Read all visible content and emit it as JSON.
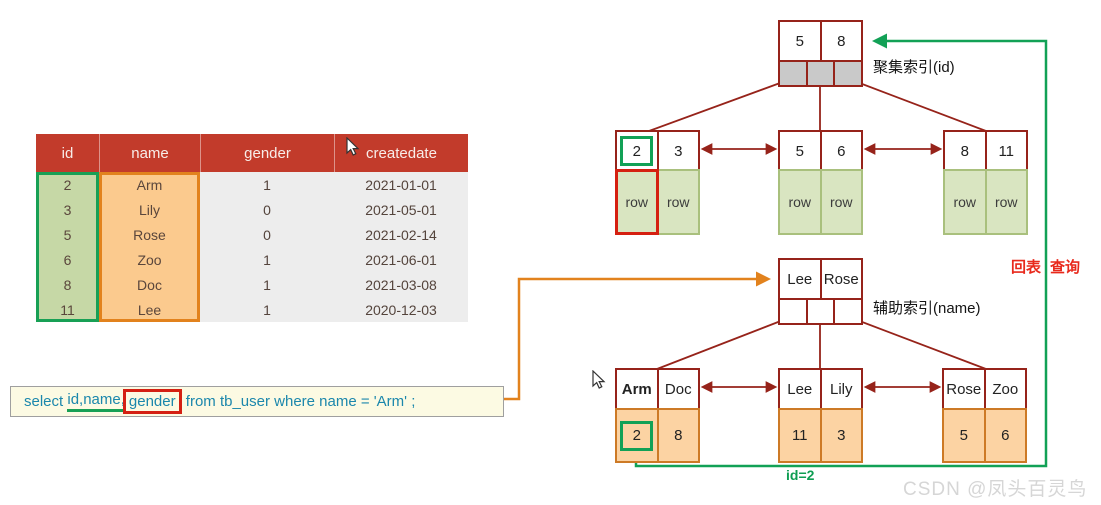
{
  "table": {
    "headers": [
      "id",
      "name",
      "gender",
      "createdate"
    ],
    "rows": [
      [
        "2",
        "Arm",
        "1",
        "2021-01-01"
      ],
      [
        "3",
        "Lily",
        "0",
        "2021-05-01"
      ],
      [
        "5",
        "Rose",
        "0",
        "2021-02-14"
      ],
      [
        "6",
        "Zoo",
        "1",
        "2021-06-01"
      ],
      [
        "8",
        "Doc",
        "1",
        "2021-03-08"
      ],
      [
        "11",
        "Lee",
        "1",
        "2020-12-03"
      ]
    ]
  },
  "sql": {
    "select_kw": "select ",
    "underlined": "id,name,",
    "boxed": "gender",
    "rest": " from tb_user where name = 'Arm' ;"
  },
  "clustered_index": {
    "label": "聚集索引(id)",
    "root_keys": [
      "5",
      "8"
    ],
    "leaves": [
      {
        "keys": [
          "2",
          "3"
        ],
        "values": [
          "row",
          "row"
        ]
      },
      {
        "keys": [
          "5",
          "6"
        ],
        "values": [
          "row",
          "row"
        ]
      },
      {
        "keys": [
          "8",
          "11"
        ],
        "values": [
          "row",
          "row"
        ]
      }
    ]
  },
  "secondary_index": {
    "label": "辅助索引(name)",
    "root_keys": [
      "Lee",
      "Rose"
    ],
    "leaves": [
      {
        "keys": [
          "Arm",
          "Doc"
        ],
        "values": [
          "2",
          "8"
        ]
      },
      {
        "keys": [
          "Lee",
          "Lily"
        ],
        "values": [
          "11",
          "3"
        ]
      },
      {
        "keys": [
          "Rose",
          "Zoo"
        ],
        "values": [
          "5",
          "6"
        ]
      }
    ]
  },
  "annotations": {
    "back_query_1": "回表",
    "back_query_2": "查询",
    "id_equals": "id=2",
    "watermark": "CSDN @凤头百灵鸟"
  },
  "colors": {
    "header_red": "#c23b2b",
    "id_highlight_green": "#18a055",
    "name_highlight_orange": "#e2821d",
    "tree_line_dark_red": "#96231a",
    "back_query_red": "#e8291c",
    "sql_text_teal": "#1b87ac",
    "row_cell_green": "#d9e5c1",
    "value_cell_orange": "#fcd3a3"
  }
}
